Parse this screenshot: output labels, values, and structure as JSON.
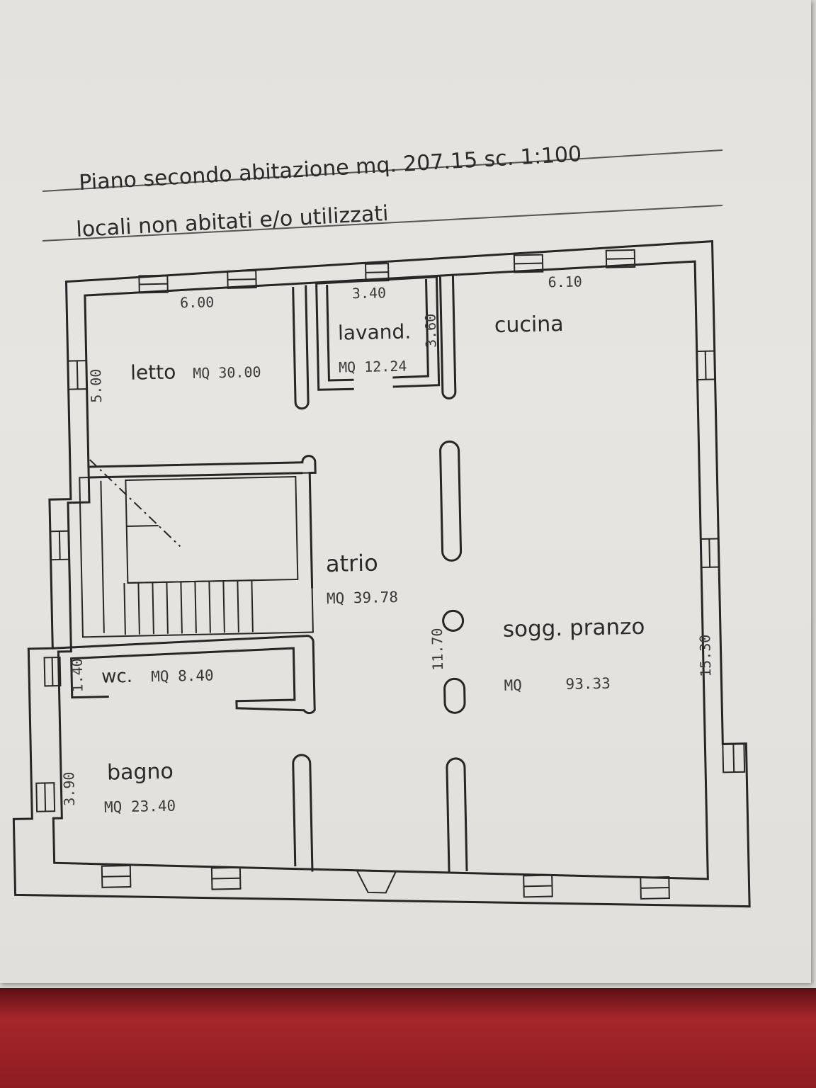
{
  "header": {
    "line1": "Piano secondo abitazione mq. 207.15   sc. 1:100",
    "line2": "locali non abitati   e/o  utilizzati"
  },
  "rooms": {
    "letto": {
      "name": "letto",
      "area": "MQ  30.00",
      "width": "6.00",
      "depth": "5.00"
    },
    "lavanderia": {
      "name": "lavand.",
      "area": "MQ  12.24",
      "width": "3.40",
      "depth": "3.60"
    },
    "cucina": {
      "name": "cucina",
      "width": "6.10"
    },
    "atrio": {
      "name": "atrio",
      "area": "MQ  39.78",
      "depth": "11.70"
    },
    "soggiorno": {
      "name": "sogg. pranzo",
      "area_label": "MQ",
      "area_value": "93.33",
      "depth": "15.30"
    },
    "wc": {
      "name": "wc.",
      "area": "MQ  8.40",
      "depth": "1.40"
    },
    "bagno": {
      "name": "bagno",
      "area": "MQ  23.40",
      "depth": "3.90"
    }
  },
  "colors": {
    "ink": "#2a2a2a",
    "paper": "#e5e3df",
    "table": "#8b1f24"
  }
}
